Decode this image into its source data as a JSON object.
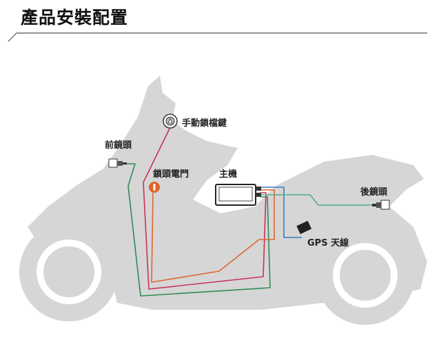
{
  "title": "產品安裝配置",
  "labels": {
    "lock_button": "手動鎖檔鍵",
    "front_camera": "前鏡頭",
    "ignition": "鎖頭電門",
    "main_unit": "主機",
    "rear_camera": "後鏡頭",
    "gps": "GPS 天線"
  },
  "colors": {
    "silhouette": "#d6d6d6",
    "green": "#2e8b57",
    "pink": "#c8305a",
    "orange": "#e0652a",
    "blue": "#2f7fc0",
    "rear_green": "#4fae8a"
  }
}
